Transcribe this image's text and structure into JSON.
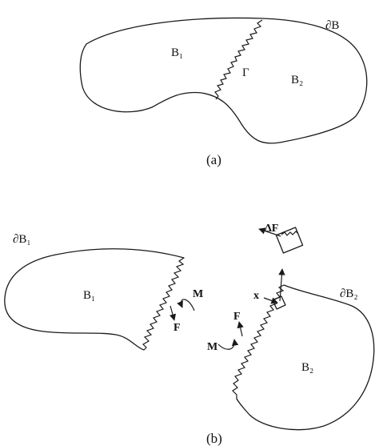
{
  "panel_a": {
    "caption": "(a)",
    "boundary_label": "∂B",
    "region1_label": "B₁",
    "region2_label": "B₂",
    "interface_label": "Γ"
  },
  "panel_b": {
    "caption": "(b)",
    "boundary1_label": "∂B₁",
    "boundary2_label": "∂B₂",
    "region1_label": "B₁",
    "region2_label": "B₂",
    "moment1_label": "M",
    "force1_label": "F",
    "moment2_label": "M",
    "force2_label": "F",
    "position_label": "x",
    "force_increment_label": "ΔF"
  }
}
